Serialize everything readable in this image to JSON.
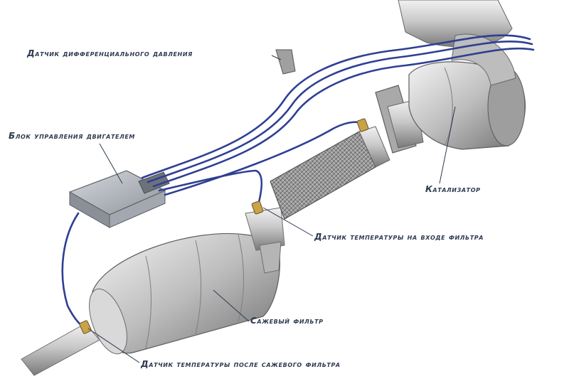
{
  "labels": {
    "differential_pressure_sensor": "Датчик дифференциального давления",
    "engine_control_unit": "Блок управления двигателем",
    "catalytic_converter": "Катализатор",
    "filter_inlet_temp_sensor": "Датчик температуры на входе фильтра",
    "soot_filter": "Сажевый фильтр",
    "post_filter_temp_sensor": "Датчик температуры после сажевого фильтра"
  },
  "colors": {
    "wire": "#2e3f93",
    "label_text": "#2d3a4f",
    "metal_light": "#e4e4e4",
    "metal_dark": "#8c8c8c",
    "ecu_body": "#b9bec6"
  }
}
